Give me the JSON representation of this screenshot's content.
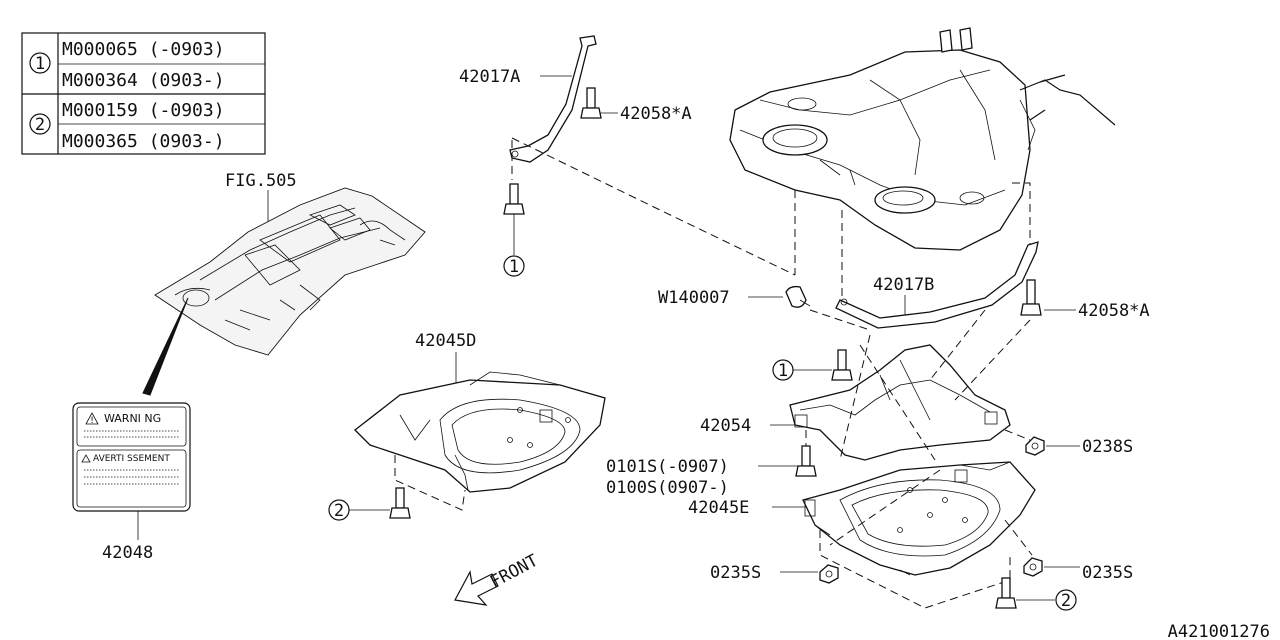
{
  "ref_table": {
    "rows": [
      {
        "marker": "1",
        "codes": [
          "M000065 (-0903)",
          "M000364 (0903-)"
        ]
      },
      {
        "marker": "2",
        "codes": [
          "M000159 (-0903)",
          "M000365 (0903-)"
        ]
      }
    ]
  },
  "labels": {
    "fig": "FIG.505",
    "p42017A": "42017A",
    "p42058A_top": "42058*A",
    "p42017B": "42017B",
    "p42058A_right": "42058*A",
    "w140007": "W140007",
    "p42045D": "42045D",
    "p42054": "42054",
    "p0238S": "0238S",
    "p0101S": "0101S(-0907)",
    "p0100S": "0100S(0907-)",
    "p42045E": "42045E",
    "p0235S_left": "0235S",
    "p0235S_right": "0235S",
    "p42048": "42048",
    "front": "FRONT",
    "diagram_code": "A421001276"
  },
  "markers": {
    "m1_left": "1",
    "m2_left": "2",
    "m1_right": "1",
    "m2_right": "2"
  },
  "warning_label": {
    "title": "WARNI NG",
    "subtitle": "AVERTI SSEMENT"
  }
}
